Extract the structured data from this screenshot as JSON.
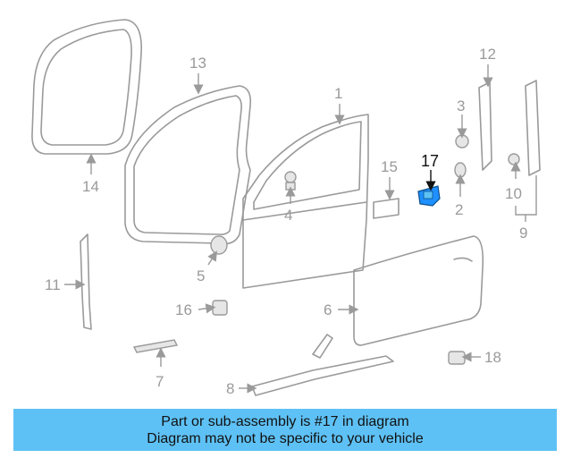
{
  "callouts": [
    "1",
    "2",
    "3",
    "4",
    "5",
    "6",
    "7",
    "8",
    "9",
    "10",
    "11",
    "12",
    "13",
    "14",
    "15",
    "16",
    "17",
    "18"
  ],
  "highlighted_part": "17",
  "highlight_color": "#1e90ff",
  "banner": {
    "line1": "Part or sub-assembly is #17 in diagram",
    "line2": "Diagram may not be specific to your vehicle",
    "color": "#5ec1f5"
  }
}
